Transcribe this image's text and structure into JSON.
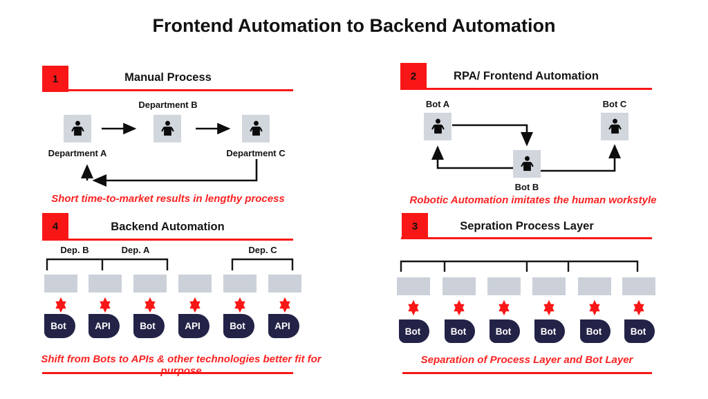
{
  "title": "Frontend Automation to Backend Automation",
  "colors": {
    "accent_red": "#f91616",
    "caption_red": "#fb2222",
    "box_gray": "#d2d6dd",
    "chip_navy": "#232247"
  },
  "quadrants": {
    "manual": {
      "number": "1",
      "title": "Manual Process",
      "dept_b": "Department B",
      "dept_a": "Department A",
      "dept_c": "Department C",
      "caption": "Short time-to-market results in lengthy process"
    },
    "rpa": {
      "number": "2",
      "title": "RPA/ Frontend Automation",
      "bot_a": "Bot A",
      "bot_b": "Bot B",
      "bot_c": "Bot C",
      "caption": "Robotic Automation imitates the human workstyle"
    },
    "separation": {
      "number": "3",
      "title": "Sepration Process Layer",
      "bots": [
        "Bot",
        "Bot",
        "Bot",
        "Bot",
        "Bot",
        "Bot"
      ],
      "caption": "Separation of Process Layer and Bot Layer"
    },
    "backend": {
      "number": "4",
      "title": "Backend Automation",
      "groups": [
        "Dep. B",
        "Dep. A",
        "Dep. C"
      ],
      "bots": [
        "Bot",
        "API",
        "Bot",
        "API",
        "Bot",
        "API"
      ],
      "caption": "Shift from Bots to APIs & other technologies better fit for purpose"
    }
  }
}
